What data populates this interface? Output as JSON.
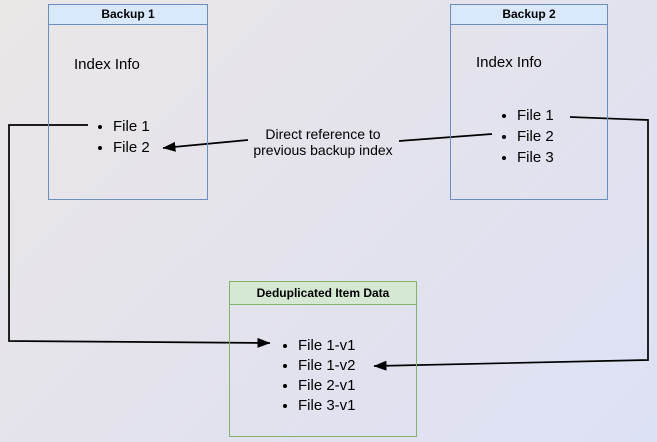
{
  "diagram": {
    "background_from": "#eae7e7",
    "background_to": "#dde1f5",
    "arrow_color": "#000000"
  },
  "boxes": {
    "backup1": {
      "title": "Backup 1",
      "subtitle": "Index Info",
      "items": [
        "File 1",
        "File 2"
      ],
      "header_bg": "#dae8fc",
      "border": "#6c8ebf"
    },
    "backup2": {
      "title": "Backup 2",
      "subtitle": "Index Info",
      "items": [
        "File 1",
        "File 2",
        "File 3"
      ],
      "header_bg": "#dae8fc",
      "border": "#6c8ebf"
    },
    "dedup": {
      "title": "Deduplicated Item Data",
      "items": [
        "File 1-v1",
        "File 1-v2",
        "File 2-v1",
        "File 3-v1"
      ],
      "header_bg": "#d5e8d4",
      "border": "#82b366"
    }
  },
  "labels": {
    "direct_reference": {
      "line1": "Direct reference to",
      "line2": "previous backup index"
    }
  }
}
